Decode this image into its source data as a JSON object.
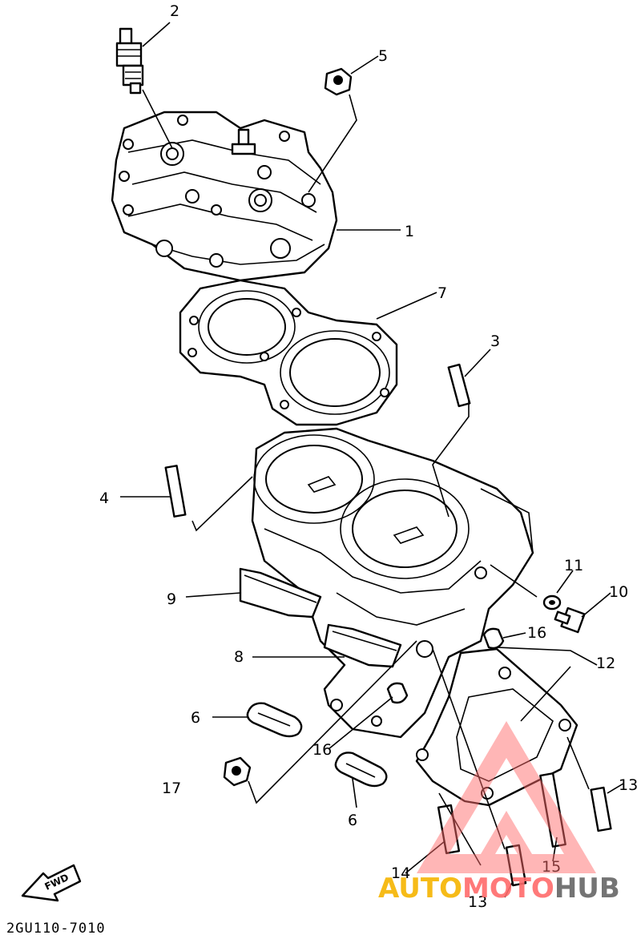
{
  "diagram_code": "2GU110-7010",
  "fwd_label": "FWD",
  "watermark": {
    "text_a": "AUTO",
    "text_b": "MOTO",
    "text_c": "HUB",
    "color_a": "#f6b400",
    "color_b": "#ff6b6b",
    "color_c": "#666666"
  },
  "callouts": {
    "c1": "1",
    "c2": "2",
    "c3": "3",
    "c4": "4",
    "c5": "5",
    "c6a": "6",
    "c6b": "6",
    "c7": "7",
    "c8": "8",
    "c9": "9",
    "c10": "10",
    "c11": "11",
    "c12": "12",
    "c13a": "13",
    "c13b": "13",
    "c14": "14",
    "c15": "15",
    "c16a": "16",
    "c16b": "16",
    "c17": "17"
  }
}
